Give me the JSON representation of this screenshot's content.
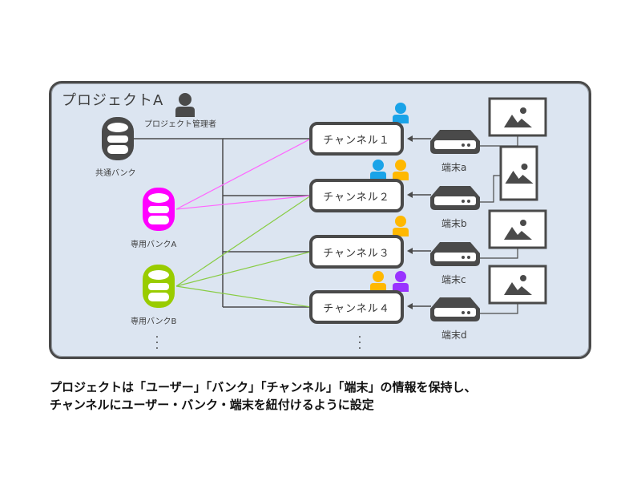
{
  "project": {
    "title": "プロジェクトA",
    "manager_label": "プロジェクト管理者"
  },
  "banks": [
    {
      "label": "共通バンク",
      "color": "#4a4a4a"
    },
    {
      "label": "専用バンクA",
      "color": "#ff00ff"
    },
    {
      "label": "専用バンクB",
      "color": "#99cc00"
    }
  ],
  "channels": [
    {
      "label": "チャンネル１",
      "users": [
        "#1aa3e8"
      ]
    },
    {
      "label": "チャンネル２",
      "users": [
        "#1aa3e8",
        "#ffb800"
      ]
    },
    {
      "label": "チャンネル３",
      "users": [
        "#ffb800"
      ]
    },
    {
      "label": "チャンネル４",
      "users": [
        "#ffb800",
        "#9933ff"
      ]
    }
  ],
  "terminals": [
    {
      "label": "端末a"
    },
    {
      "label": "端末b"
    },
    {
      "label": "端末c"
    },
    {
      "label": "端末d"
    }
  ],
  "ellipsis": "⋮",
  "caption": {
    "line1": "プロジェクトは「ユーザー」「バンク」「チャンネル」「端末」の情報を保持し、",
    "line2": "チャンネルにユーザー・バンク・端末を紐付けるように設定"
  },
  "colors": {
    "frame_bg": "#dce5f1",
    "dark": "#4a4a4a",
    "bank_a_link": "#ff66ff",
    "bank_b_link": "#88cc44"
  }
}
